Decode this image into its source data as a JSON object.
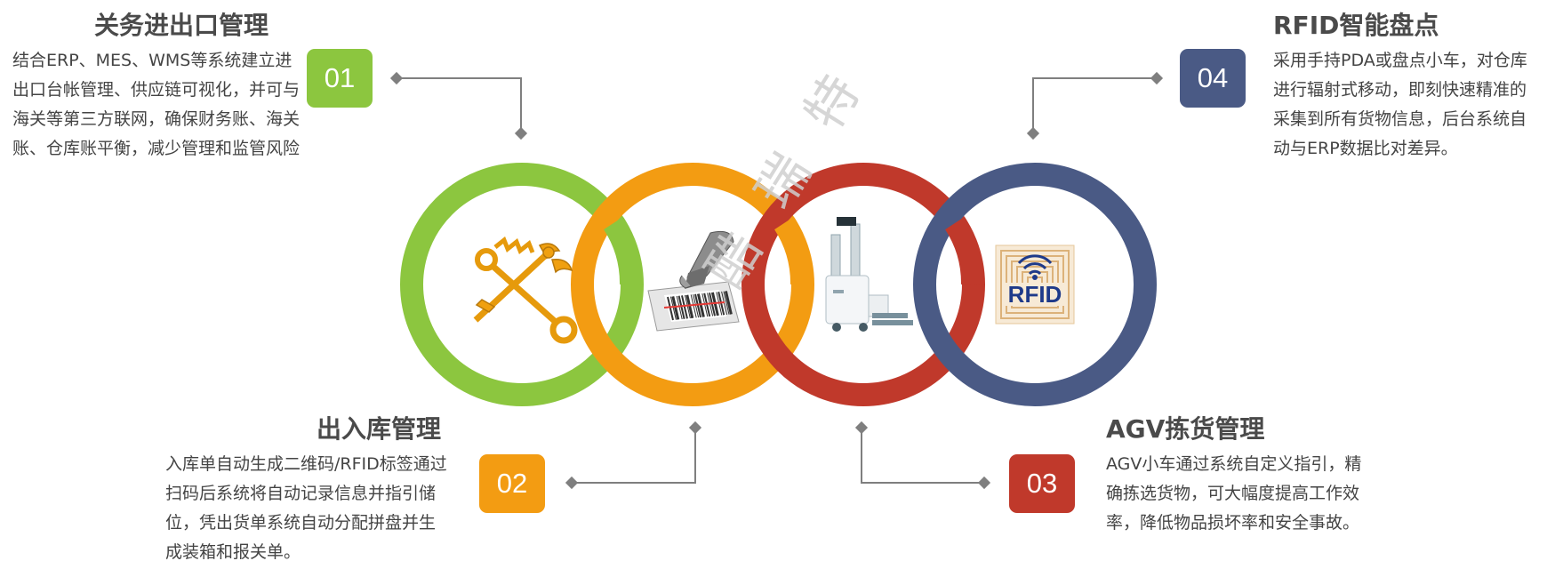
{
  "steps": [
    {
      "number": "01",
      "title": "关务进出口管理",
      "desc": "结合ERP、MES、WMS等系统建立进出口台帐管理、供应链可视化，并可与海关等第三方联网，确保财务账、海关账、仓库账平衡，减少管理和监管风险",
      "color": "#8cc63f",
      "icon": "customs-emblem-icon"
    },
    {
      "number": "02",
      "title": "出入库管理",
      "desc": "入库单自动生成二维码/RFID标签通过扫码后系统将自动记录信息并指引储位，凭出货单系统自动分配拼盘并生成装箱和报关单。",
      "color": "#f39c12",
      "icon": "barcode-scanner-icon"
    },
    {
      "number": "03",
      "title": "AGV拣货管理",
      "desc": "AGV小车通过系统自定义指引，精确拣选货物，可大幅度提高工作效率，降低物品损坏率和安全事故。",
      "color": "#c0392b",
      "icon": "agv-forklift-icon"
    },
    {
      "number": "04",
      "title": "RFID智能盘点",
      "desc": "采用手持PDA或盘点小车，对仓库进行辐射式移动，即刻快速精准的采集到所有货物信息，后台系统自动与ERP数据比对差异。",
      "color": "#4a5a85",
      "icon": "rfid-tag-icon"
    }
  ],
  "rfid_tag_text": "RFID",
  "watermark": "酷 瑞 特",
  "colors": {
    "connector": "#7f7f7f",
    "text": "#444444"
  }
}
